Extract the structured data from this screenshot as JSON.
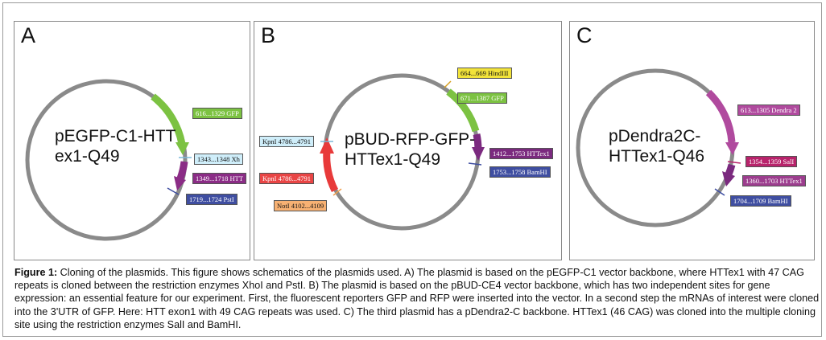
{
  "panels": {
    "a": {
      "letter": "A",
      "name_line1": "pEGFP-C1-HTT",
      "name_line2": "ex1-Q49",
      "features": [
        {
          "label": "616...1329 GFP",
          "color": "#7cc242"
        },
        {
          "label": "1343...1348 Xh",
          "color": "#cfeefa"
        },
        {
          "label": "1349...1718 HTT",
          "color": "#8b2c86"
        },
        {
          "label": "1719...1724 PstI",
          "color": "#3f4ea1"
        }
      ]
    },
    "b": {
      "letter": "B",
      "name_line1": "pBUD-RFP-GFP-",
      "name_line2": "HTTex1-Q49",
      "features": [
        {
          "label": "664...669 HindIII",
          "color": "#f2e33a"
        },
        {
          "label": "671...1387 GFP",
          "color": "#7cc242"
        },
        {
          "label": "1412...1753 HTTex1",
          "color": "#7b2a7f"
        },
        {
          "label": "1753...1758 BamHI",
          "color": "#3f4ea1"
        },
        {
          "label": "KpnI 4786...4791",
          "color": "#cfeefa"
        },
        {
          "label": "KpnI 4786...4791",
          "color": "#e94545"
        },
        {
          "label": "NotI 4102...4109",
          "color": "#f7b173"
        }
      ]
    },
    "c": {
      "letter": "C",
      "name_line1": "pDendra2C-",
      "name_line2": "HTTex1-Q46",
      "features": [
        {
          "label": "613...1305 Dendra 2",
          "color": "#b04a9e"
        },
        {
          "label": "1354...1359 SalI",
          "color": "#b8236b"
        },
        {
          "label": "1360...1703 HTTex1",
          "color": "#9c3d8e"
        },
        {
          "label": "1704...1709 BamHI",
          "color": "#3f4ea1"
        }
      ]
    }
  },
  "caption": {
    "label": "Figure 1:",
    "text": " Cloning of the plasmids. This figure shows schematics of the plasmids used. A) The plasmid is based on the pEGFP-C1 vector backbone, where HTTex1 with 47 CAG repeats is cloned between the restriction enzymes XhoI and PstI. B) The plasmid is based on the pBUD-CE4 vector backbone, which has two independent sites for gene expression: an essential feature for our experiment. First, the fluorescent reporters GFP and RFP were inserted into the vector. In a second step the mRNAs of interest were cloned into the 3'UTR of GFP. Here: HTT exon1 with 49 CAG repeats was used. C) The third plasmid has a pDendra2-C backbone. HTTex1 (46 CAG) was cloned into the multiple cloning site using the restriction enzymes SalI and BamHI."
  }
}
